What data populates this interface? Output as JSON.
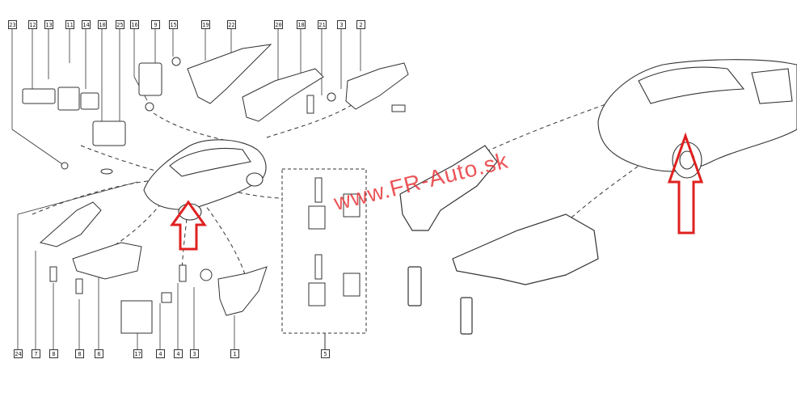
{
  "watermark": "www.FR-Auto.sk",
  "top_callouts": [
    "23",
    "12",
    "13",
    "11",
    "14",
    "10",
    "25",
    "16",
    "9",
    "15",
    "19",
    "22",
    "20",
    "18",
    "21",
    "3",
    "2"
  ],
  "bottom_callouts": [
    "24",
    "7",
    "8",
    "8",
    "6",
    "17",
    "4",
    "4",
    "3",
    "1",
    "5"
  ],
  "colors": {
    "line": "#333333",
    "arrow": "#e02020",
    "watermark": "#e8383c"
  }
}
